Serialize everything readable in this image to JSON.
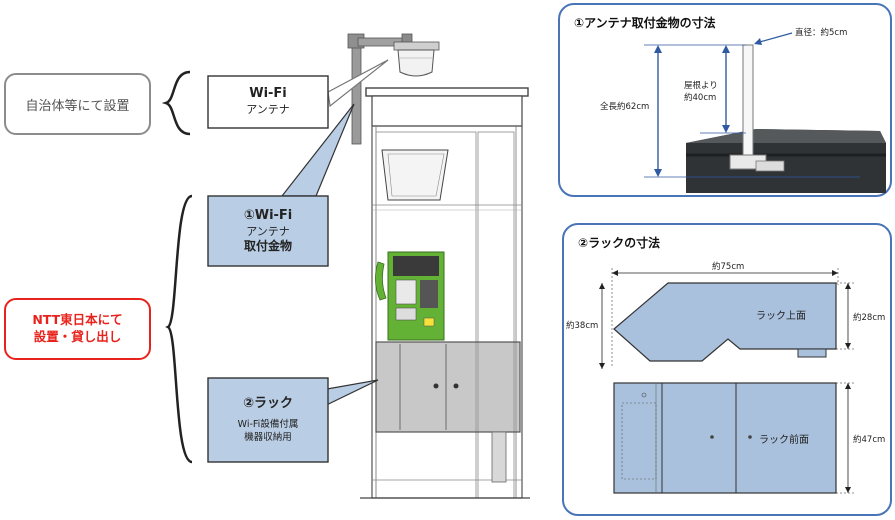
{
  "labels": {
    "municipality": "自治体等にて設置",
    "ntt": "NTT東日本にて\n設置・貸し出し"
  },
  "callouts": {
    "wifi_antenna": {
      "line1": "Wi-Fi",
      "line2": "アンテナ"
    },
    "mount": {
      "line1": "①Wi-Fi",
      "line2": "アンテナ",
      "line3": "取付金物"
    },
    "rack": {
      "line1": "②ラック",
      "line2": "Wi-Fi設備付属",
      "line3": "機器収納用"
    }
  },
  "antenna_panel": {
    "title": "①アンテナ取付金物の寸法",
    "diameter": "直径：約5cm",
    "total_length": "全長約62cm",
    "from_roof_1": "屋根より",
    "from_roof_2": "約40cm"
  },
  "rack_panel": {
    "title": "②ラックの寸法",
    "width": "約75cm",
    "depth_left": "約38cm",
    "depth_right": "約28cm",
    "height": "約47cm",
    "top_label": "ラック上面",
    "front_label": "ラック前面"
  },
  "colors": {
    "callout_fill": "#b9cde4",
    "panel_border": "#4a74b8",
    "red": "#e8231d",
    "rack_fill": "#a9c1dc",
    "phone_green": "#63b235"
  }
}
